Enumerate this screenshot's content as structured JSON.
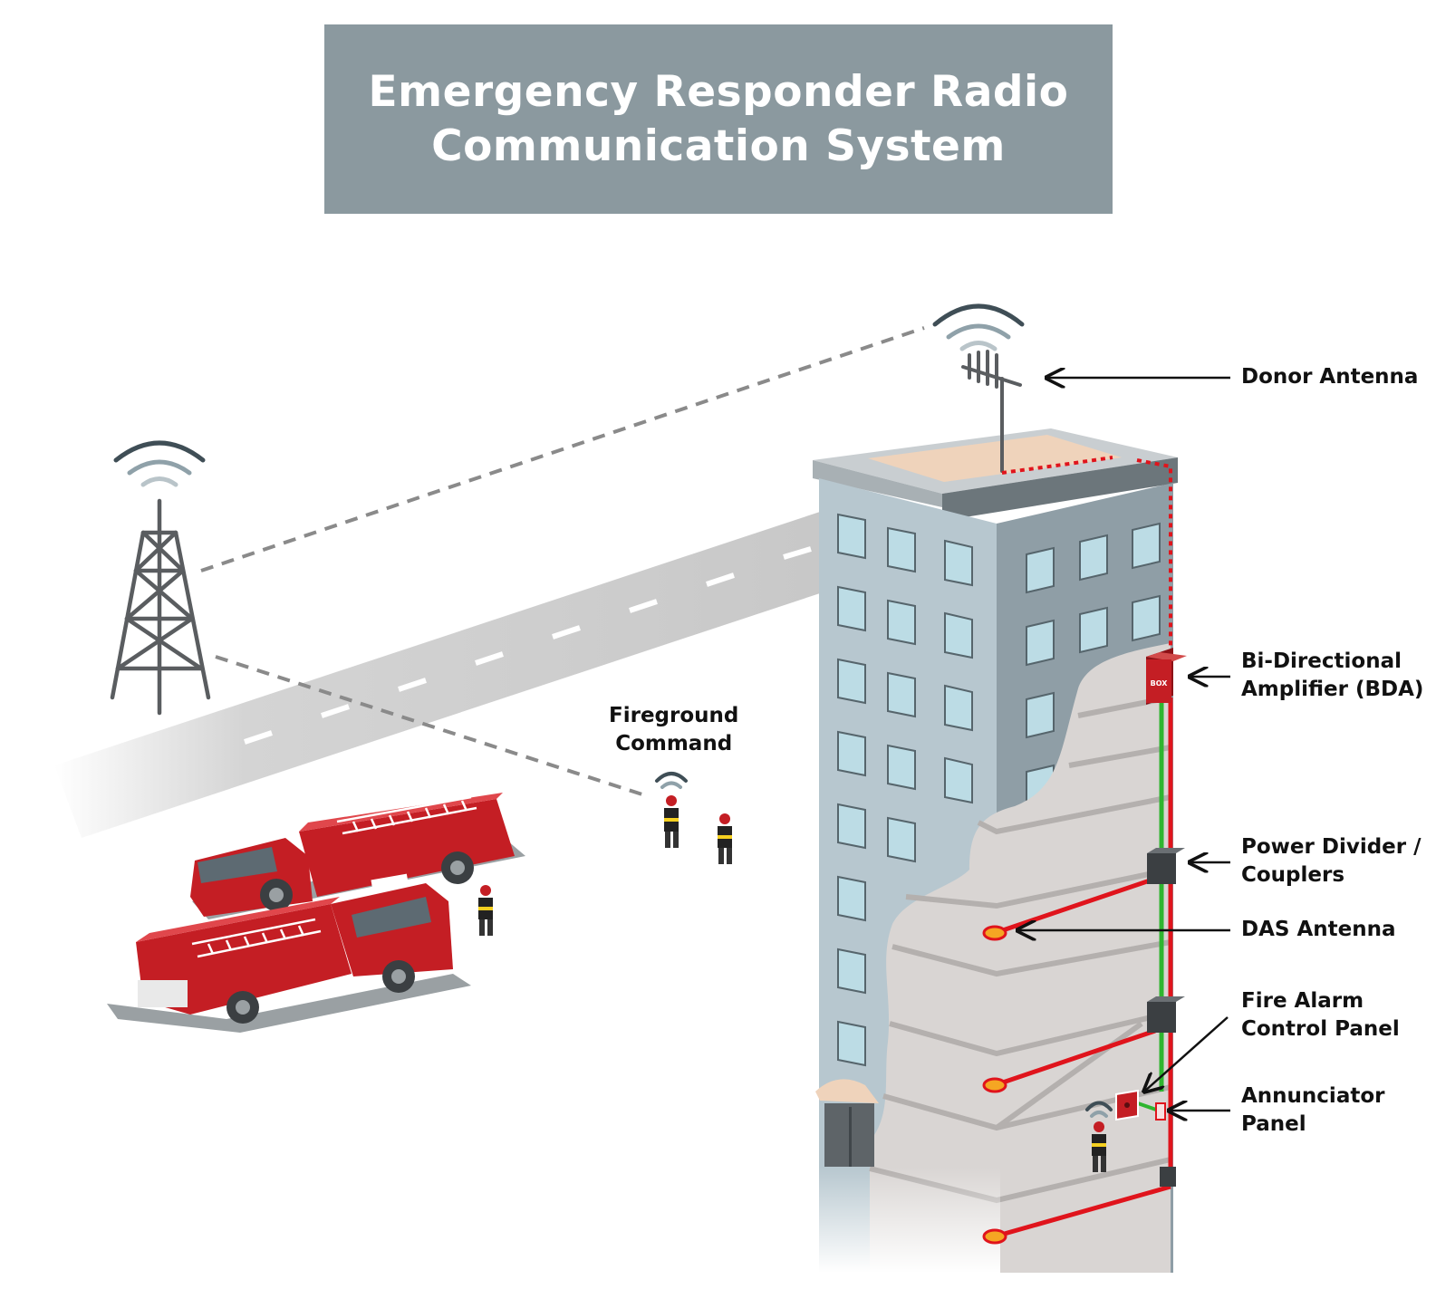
{
  "title": {
    "line1": "Emergency Responder Radio",
    "line2": "Communication System"
  },
  "labels": {
    "donor_antenna": "Donor Antenna",
    "bda_line1": "Bi-Directional",
    "bda_line2": "Amplifier (BDA)",
    "power_divider_line1": "Power Divider /",
    "power_divider_line2": "Couplers",
    "das_antenna": "DAS Antenna",
    "fire_alarm_line1": "Fire Alarm",
    "fire_alarm_line2": "Control Panel",
    "annunciator_line1": "Annunciator",
    "annunciator_line2": "Panel",
    "fireground_line1": "Fireground",
    "fireground_line2": "Command",
    "bda_box_text": "BOX"
  },
  "colors": {
    "title_bg": "#8b999f",
    "coax_red": "#e0141c",
    "fiber_green": "#2fb52f",
    "building_front": "#aebfc8",
    "building_side": "#8d9ba3",
    "window": "#b9d9e2",
    "truck_red": "#c41e24"
  }
}
